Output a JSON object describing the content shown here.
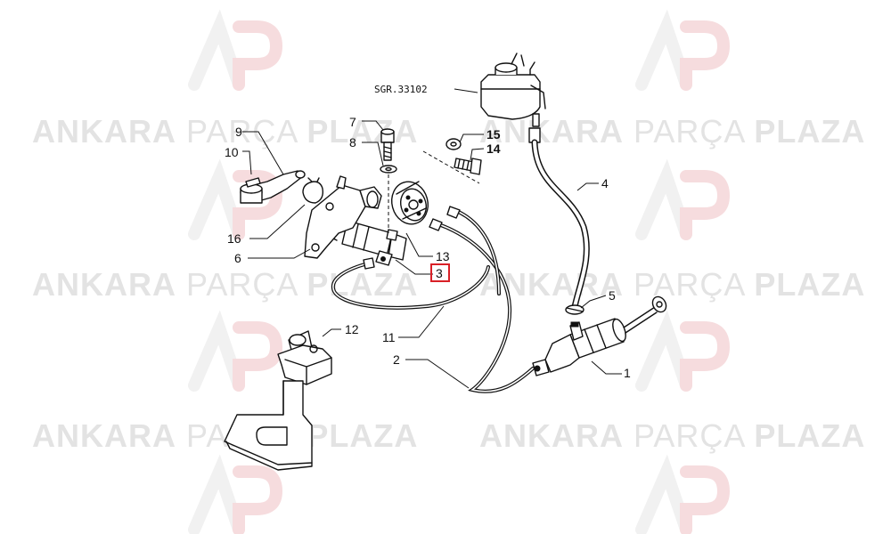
{
  "watermark": {
    "word1": "ANKARA",
    "word2": "PARÇA",
    "word3": "PLAZA",
    "logo": "AP",
    "color_light": "#e3e3e3",
    "color_logo_red": "#f3d2d4"
  },
  "reference": {
    "label": "SGR.33102"
  },
  "callouts": [
    {
      "id": "c1",
      "label": "1"
    },
    {
      "id": "c2",
      "label": "2"
    },
    {
      "id": "c3",
      "label": "3",
      "highlighted": true
    },
    {
      "id": "c4",
      "label": "4"
    },
    {
      "id": "c5",
      "label": "5"
    },
    {
      "id": "c6",
      "label": "6"
    },
    {
      "id": "c7",
      "label": "7"
    },
    {
      "id": "c8",
      "label": "8"
    },
    {
      "id": "c9",
      "label": "9"
    },
    {
      "id": "c10",
      "label": "10"
    },
    {
      "id": "c11",
      "label": "11"
    },
    {
      "id": "c12",
      "label": "12"
    },
    {
      "id": "c13",
      "label": "13"
    },
    {
      "id": "c14",
      "label": "14",
      "bold": true
    },
    {
      "id": "c15",
      "label": "15",
      "bold": true
    },
    {
      "id": "c16",
      "label": "16"
    }
  ],
  "colors": {
    "highlight": "#d92027",
    "ink": "#111111"
  }
}
